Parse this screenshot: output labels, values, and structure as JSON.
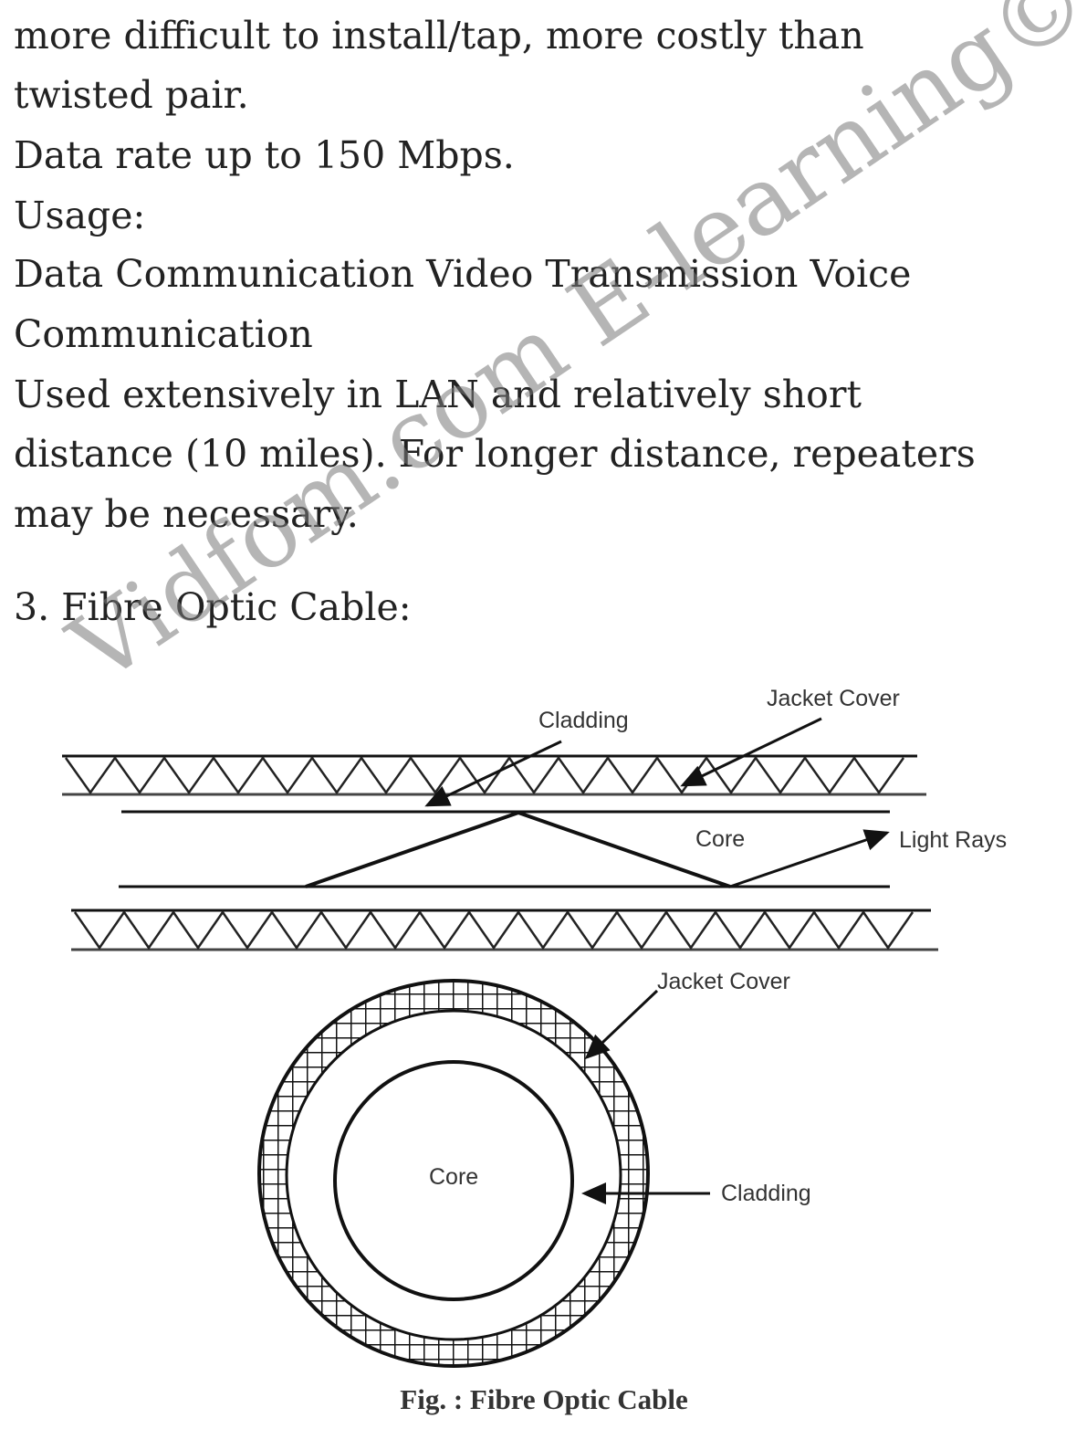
{
  "text_lines": [
    "more difficult to install/tap, more costly than",
    "twisted pair.",
    "Data rate up to 150 Mbps.",
    "Usage:",
    "Data Communication Video Transmission Voice",
    "Communication",
    "Used extensively in LAN and relatively short",
    "distance (10 miles). For longer distance, repeaters",
    "may be necessary."
  ],
  "heading": "3. Fibre Optic Cable:",
  "figure": {
    "longitudinal_labels": {
      "cladding": "Cladding",
      "jacket": "Jacket Cover",
      "core": "Core",
      "rays": "Light Rays"
    },
    "cross_section_labels": {
      "jacket": "Jacket Cover",
      "core": "Core",
      "cladding": "Cladding"
    },
    "caption": "Fig. : Fibre Optic Cable"
  },
  "watermark": "Vidfom.com E-learning©"
}
